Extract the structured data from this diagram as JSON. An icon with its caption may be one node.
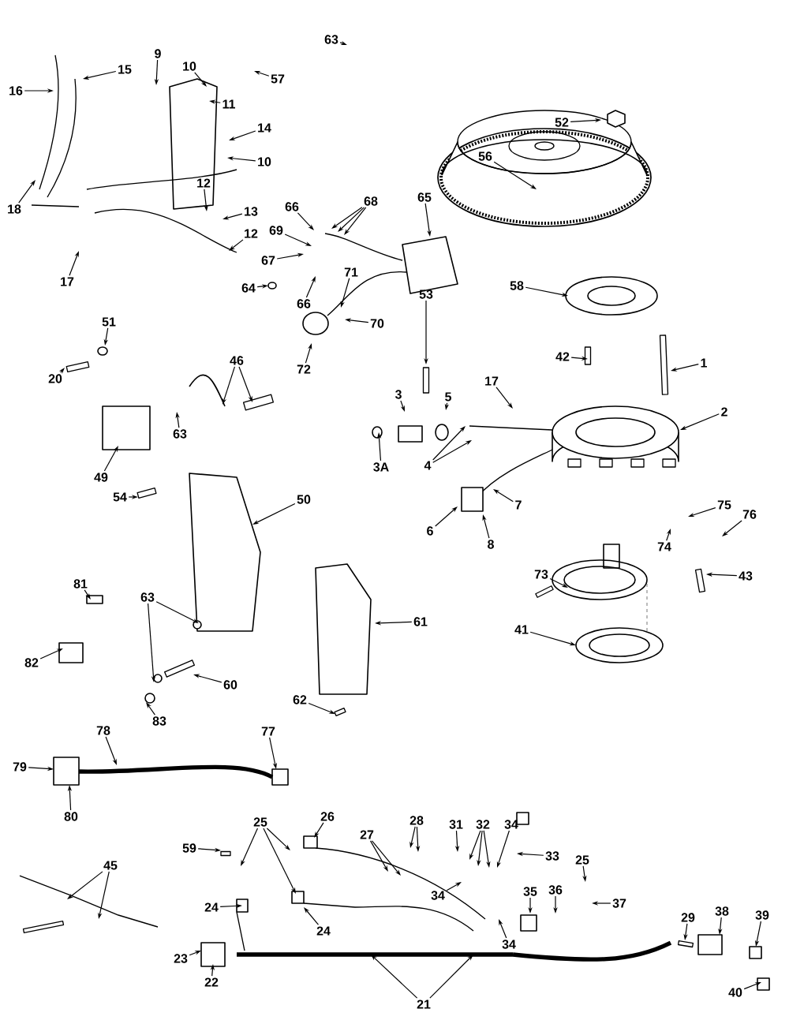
{
  "diagram": {
    "nodes": [
      {
        "text": [
          "63"
        ]
      },
      {
        "text": [
          "57"
        ]
      },
      {
        "text": [
          "9"
        ]
      },
      {
        "text": [
          "15"
        ]
      },
      {
        "text": [
          "16"
        ]
      },
      {
        "text": [
          "10"
        ]
      },
      {
        "text": [
          "11"
        ]
      },
      {
        "text": [
          "14"
        ]
      },
      {
        "text": [
          "10"
        ]
      },
      {
        "text": [
          "18"
        ]
      },
      {
        "text": [
          "12"
        ]
      },
      {
        "text": [
          "13"
        ]
      },
      {
        "text": [
          "12"
        ]
      },
      {
        "text": [
          "17"
        ]
      },
      {
        "text": [
          "52"
        ]
      },
      {
        "text": [
          "56"
        ]
      },
      {
        "text": [
          "66"
        ]
      },
      {
        "text": [
          "68"
        ]
      },
      {
        "text": [
          "65"
        ]
      },
      {
        "text": [
          "69"
        ]
      },
      {
        "text": [
          "67"
        ]
      },
      {
        "text": [
          "66"
        ]
      },
      {
        "text": [
          "71"
        ]
      },
      {
        "text": [
          "64"
        ]
      },
      {
        "text": [
          "58"
        ]
      },
      {
        "text": [
          "70"
        ]
      },
      {
        "text": [
          "72"
        ]
      },
      {
        "text": [
          "53"
        ]
      },
      {
        "text": [
          "42"
        ]
      },
      {
        "text": [
          "1"
        ]
      },
      {
        "text": [
          "51"
        ]
      },
      {
        "text": [
          "20"
        ]
      },
      {
        "text": [
          "46"
        ]
      },
      {
        "text": [
          "3"
        ]
      },
      {
        "text": [
          "5"
        ]
      },
      {
        "text": [
          "17"
        ]
      },
      {
        "text": [
          "2"
        ]
      },
      {
        "text": [
          "63"
        ]
      },
      {
        "text": [
          "49"
        ]
      },
      {
        "text": [
          "3A"
        ]
      },
      {
        "text": [
          "4"
        ]
      },
      {
        "text": [
          "7"
        ]
      },
      {
        "text": [
          "6"
        ]
      },
      {
        "text": [
          "8"
        ]
      },
      {
        "text": [
          "75"
        ]
      },
      {
        "text": [
          "76"
        ]
      },
      {
        "text": [
          "74"
        ]
      },
      {
        "text": [
          "54"
        ]
      },
      {
        "text": [
          "50"
        ]
      },
      {
        "text": [
          "43"
        ]
      },
      {
        "text": [
          "73"
        ]
      },
      {
        "text": [
          "81"
        ]
      },
      {
        "text": [
          "82"
        ]
      },
      {
        "text": [
          "63"
        ]
      },
      {
        "text": [
          "61"
        ]
      },
      {
        "text": [
          "60"
        ]
      },
      {
        "text": [
          "41"
        ]
      },
      {
        "text": [
          "83"
        ]
      },
      {
        "text": [
          "62"
        ]
      },
      {
        "text": [
          "78"
        ]
      },
      {
        "text": [
          "77"
        ]
      },
      {
        "text": [
          "79"
        ]
      },
      {
        "text": [
          "80"
        ]
      },
      {
        "text": [
          "59"
        ]
      },
      {
        "text": [
          "25"
        ]
      },
      {
        "text": [
          "26"
        ]
      },
      {
        "text": [
          "27"
        ]
      },
      {
        "text": [
          "28"
        ]
      },
      {
        "text": [
          "31"
        ]
      },
      {
        "text": [
          "32"
        ]
      },
      {
        "text": [
          "34"
        ]
      },
      {
        "text": [
          "34"
        ]
      },
      {
        "text": [
          "33"
        ]
      },
      {
        "text": [
          "25"
        ]
      },
      {
        "text": [
          "34"
        ]
      },
      {
        "text": [
          "35"
        ]
      },
      {
        "text": [
          "36"
        ]
      },
      {
        "text": [
          "37"
        ]
      },
      {
        "text": [
          "24"
        ]
      },
      {
        "text": [
          "24"
        ]
      },
      {
        "text": [
          "45"
        ]
      },
      {
        "text": [
          "23"
        ]
      },
      {
        "text": [
          "22"
        ]
      },
      {
        "text": [
          "21"
        ]
      },
      {
        "text": [
          "29"
        ]
      },
      {
        "text": [
          "38"
        ]
      },
      {
        "text": [
          "39"
        ]
      },
      {
        "text": [
          "40"
        ]
      }
    ],
    "edges": [
      {
        "from": 0,
        "to": null,
        "arrow": "to"
      },
      {
        "from": 1,
        "to": null,
        "arrow": "to"
      },
      {
        "from": 2,
        "to": null,
        "arrow": "to"
      },
      {
        "from": 3,
        "to": null,
        "arrow": "to"
      },
      {
        "from": 4,
        "to": null,
        "arrow": "to"
      },
      {
        "from": 5,
        "to": null,
        "arrow": "to"
      },
      {
        "from": 6,
        "to": null,
        "arrow": "to"
      },
      {
        "from": 7,
        "to": null,
        "arrow": "to"
      },
      {
        "from": 8,
        "to": null,
        "arrow": "to"
      },
      {
        "from": 9,
        "to": null,
        "arrow": "to"
      },
      {
        "from": 10,
        "to": null,
        "arrow": "to"
      },
      {
        "from": 11,
        "to": null,
        "arrow": "to"
      },
      {
        "from": 12,
        "to": null,
        "arrow": "to"
      },
      {
        "from": 13,
        "to": null,
        "arrow": "to"
      },
      {
        "from": 14,
        "to": null,
        "arrow": "to"
      },
      {
        "from": 15,
        "to": null,
        "arrow": "to"
      },
      {
        "from": 16,
        "to": null,
        "arrow": "to"
      },
      {
        "from": 17,
        "to": null,
        "arrow": "to"
      },
      {
        "from": 17,
        "to": null,
        "arrow": "to"
      },
      {
        "from": 17,
        "to": null,
        "arrow": "to"
      },
      {
        "from": 18,
        "to": null,
        "arrow": "to"
      },
      {
        "from": 19,
        "to": null,
        "arrow": "to"
      },
      {
        "from": 20,
        "to": null,
        "arrow": "to"
      },
      {
        "from": 21,
        "to": null,
        "arrow": "to"
      },
      {
        "from": 22,
        "to": null,
        "arrow": "to"
      },
      {
        "from": 23,
        "to": null,
        "arrow": "to"
      },
      {
        "from": 24,
        "to": null,
        "arrow": "to"
      },
      {
        "from": 25,
        "to": null,
        "arrow": "to"
      },
      {
        "from": 26,
        "to": null,
        "arrow": "to"
      },
      {
        "from": 27,
        "to": null,
        "arrow": "to"
      },
      {
        "from": 28,
        "to": null,
        "arrow": "to"
      },
      {
        "from": 29,
        "to": null,
        "arrow": "to"
      },
      {
        "from": 30,
        "to": null,
        "arrow": "to"
      },
      {
        "from": 31,
        "to": null,
        "arrow": "to"
      },
      {
        "from": 32,
        "to": null,
        "arrow": "to"
      },
      {
        "from": 32,
        "to": null,
        "arrow": "to"
      },
      {
        "from": 33,
        "to": null,
        "arrow": "to"
      },
      {
        "from": 34,
        "to": null,
        "arrow": "to"
      },
      {
        "from": 35,
        "to": null,
        "arrow": "to"
      },
      {
        "from": 36,
        "to": null,
        "arrow": "to"
      },
      {
        "from": 37,
        "to": null,
        "arrow": "to"
      },
      {
        "from": 38,
        "to": null,
        "arrow": "to"
      },
      {
        "from": 39,
        "to": null,
        "arrow": "to"
      },
      {
        "from": 40,
        "to": null,
        "arrow": "to"
      },
      {
        "from": 40,
        "to": null,
        "arrow": "to"
      },
      {
        "from": 41,
        "to": null,
        "arrow": "to"
      },
      {
        "from": 42,
        "to": null,
        "arrow": "to"
      },
      {
        "from": 43,
        "to": null,
        "arrow": "to"
      },
      {
        "from": 44,
        "to": null,
        "arrow": "to"
      },
      {
        "from": 45,
        "to": null,
        "arrow": "to"
      },
      {
        "from": 46,
        "to": null,
        "arrow": "to"
      },
      {
        "from": 47,
        "to": null,
        "arrow": "to"
      },
      {
        "from": 48,
        "to": null,
        "arrow": "to"
      },
      {
        "from": 49,
        "to": null,
        "arrow": "to"
      },
      {
        "from": 50,
        "to": null,
        "arrow": "to"
      },
      {
        "from": 51,
        "to": null,
        "arrow": "to"
      },
      {
        "from": 52,
        "to": null,
        "arrow": "to"
      },
      {
        "from": 53,
        "to": null,
        "arrow": "to"
      },
      {
        "from": 53,
        "to": null,
        "arrow": "to"
      },
      {
        "from": 54,
        "to": null,
        "arrow": "to"
      },
      {
        "from": 55,
        "to": null,
        "arrow": "to"
      },
      {
        "from": 56,
        "to": null,
        "arrow": "to"
      },
      {
        "from": 57,
        "to": null,
        "arrow": "to"
      },
      {
        "from": 58,
        "to": null,
        "arrow": "to"
      },
      {
        "from": 59,
        "to": null,
        "arrow": "to"
      },
      {
        "from": 60,
        "to": null,
        "arrow": "to"
      },
      {
        "from": 61,
        "to": null,
        "arrow": "to"
      },
      {
        "from": 62,
        "to": null,
        "arrow": "to"
      },
      {
        "from": 63,
        "to": null,
        "arrow": "to"
      },
      {
        "from": 64,
        "to": null,
        "arrow": "to"
      },
      {
        "from": 64,
        "to": null,
        "arrow": "to"
      },
      {
        "from": 64,
        "to": null,
        "arrow": "to"
      },
      {
        "from": 65,
        "to": null,
        "arrow": "to"
      },
      {
        "from": 66,
        "to": null,
        "arrow": "to"
      },
      {
        "from": 66,
        "to": null,
        "arrow": "to"
      },
      {
        "from": 67,
        "to": null,
        "arrow": "to"
      },
      {
        "from": 67,
        "to": null,
        "arrow": "to"
      },
      {
        "from": 68,
        "to": null,
        "arrow": "to"
      },
      {
        "from": 69,
        "to": null,
        "arrow": "to"
      },
      {
        "from": 69,
        "to": null,
        "arrow": "to"
      },
      {
        "from": 69,
        "to": null,
        "arrow": "to"
      },
      {
        "from": 70,
        "to": null,
        "arrow": "to"
      },
      {
        "from": 71,
        "to": null,
        "arrow": "to"
      },
      {
        "from": 72,
        "to": null,
        "arrow": "to"
      },
      {
        "from": 73,
        "to": null,
        "arrow": "to"
      },
      {
        "from": 74,
        "to": null,
        "arrow": "to"
      },
      {
        "from": 75,
        "to": null,
        "arrow": "to"
      },
      {
        "from": 76,
        "to": null,
        "arrow": "to"
      },
      {
        "from": 77,
        "to": null,
        "arrow": "to"
      },
      {
        "from": 78,
        "to": null,
        "arrow": "to"
      },
      {
        "from": 79,
        "to": null,
        "arrow": "to"
      },
      {
        "from": 80,
        "to": null,
        "arrow": "to"
      },
      {
        "from": 80,
        "to": null,
        "arrow": "to"
      },
      {
        "from": 81,
        "to": null,
        "arrow": "to"
      },
      {
        "from": 82,
        "to": null,
        "arrow": "to"
      },
      {
        "from": 83,
        "to": null,
        "arrow": "to"
      },
      {
        "from": 83,
        "to": null,
        "arrow": "to"
      },
      {
        "from": 84,
        "to": null,
        "arrow": "to"
      },
      {
        "from": 85,
        "to": null,
        "arrow": "to"
      },
      {
        "from": 86,
        "to": null,
        "arrow": "to"
      },
      {
        "from": 87,
        "to": null,
        "arrow": "to"
      }
    ]
  }
}
